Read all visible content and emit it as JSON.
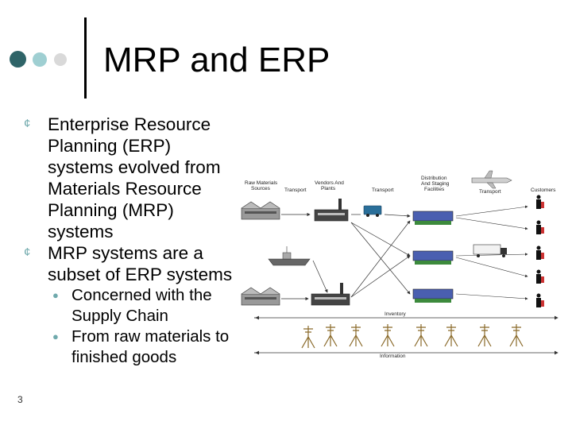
{
  "slide": {
    "title": "MRP and ERP",
    "page_number": "3",
    "bullets": [
      {
        "text": "Enterprise Resource Planning (ERP) systems evolved from Materials Resource Planning (MRP) systems"
      },
      {
        "text": "MRP systems are a subset of ERP systems",
        "sub": [
          {
            "text": "Concerned with the Supply Chain"
          },
          {
            "text": "From raw materials to finished goods"
          }
        ]
      }
    ],
    "colors": {
      "dot_dark": "#2f6468",
      "dot_mid": "#9fcfd2",
      "dot_light": "#d9d9d9",
      "bullet": "#6fa9ac"
    }
  },
  "diagram": {
    "labels": {
      "raw_materials": [
        "Raw Materials",
        "Sources"
      ],
      "transport1": "Transport",
      "vendors": [
        "Vendors And",
        "Plants"
      ],
      "transport2": "Transport",
      "distribution": [
        "Distribution",
        "And Staging",
        "Facilities"
      ],
      "transport3": "Transport",
      "customers": "Customers",
      "inventory": "Inventory",
      "information": "Information"
    }
  }
}
